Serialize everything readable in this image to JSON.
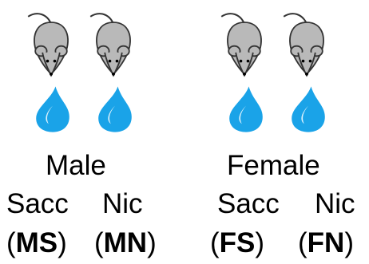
{
  "groups": [
    {
      "sex_label": "Male",
      "conditions": [
        {
          "label": "Sacc",
          "code": "MS"
        },
        {
          "label": "Nic",
          "code": "MN"
        }
      ]
    },
    {
      "sex_label": "Female",
      "conditions": [
        {
          "label": "Sacc",
          "code": "FS"
        },
        {
          "label": "Nic",
          "code": "FN"
        }
      ]
    }
  ],
  "colors": {
    "mouse_body": "#b9b9b9",
    "mouse_outline": "#333333",
    "drop": "#1aa3e8",
    "drop_highlight": "#ffffff"
  }
}
